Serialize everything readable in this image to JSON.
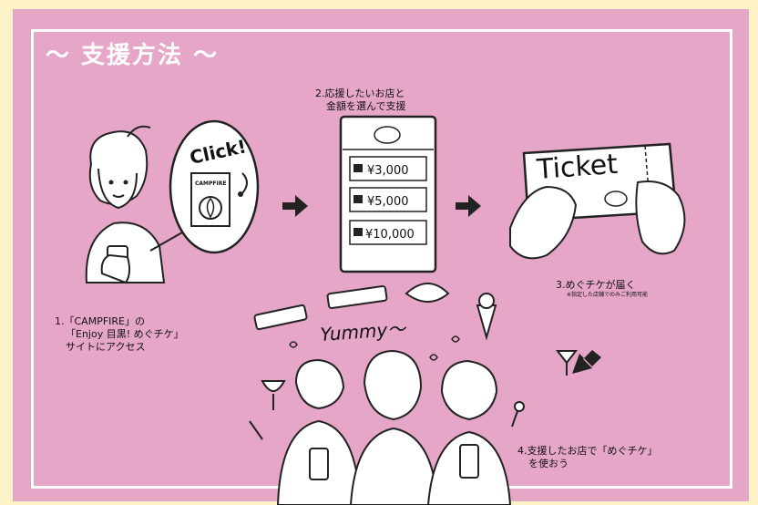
{
  "title": "〜 支援方法 〜",
  "steps": {
    "step1": {
      "line1": "1.「CAMPFIRE」の",
      "line2": "「Enjoy 目黒! めぐチケ」",
      "line3": "サイトにアクセス"
    },
    "step2": {
      "line1": "2.応援したいお店と",
      "line2": "金額を選んで支援"
    },
    "step3": {
      "line1": "3.めぐチケが届く",
      "note": "※指定した店舗でのみご利用可能"
    },
    "step4": {
      "line1": "4.支援したお店で「めぐチケ」",
      "line2": "を使おう"
    }
  },
  "illustration": {
    "click_label": "Click!",
    "campfire_logo": "CAMPFIRE",
    "amounts": [
      "¥3,000",
      "¥5,000",
      "¥10,000"
    ],
    "ticket_label": "Ticket",
    "yummy_label": "Yummy〜"
  },
  "colors": {
    "background": "#e6a6c7",
    "frame": "#ffffff",
    "outer": "#fdf1c8",
    "ink": "#111111"
  }
}
